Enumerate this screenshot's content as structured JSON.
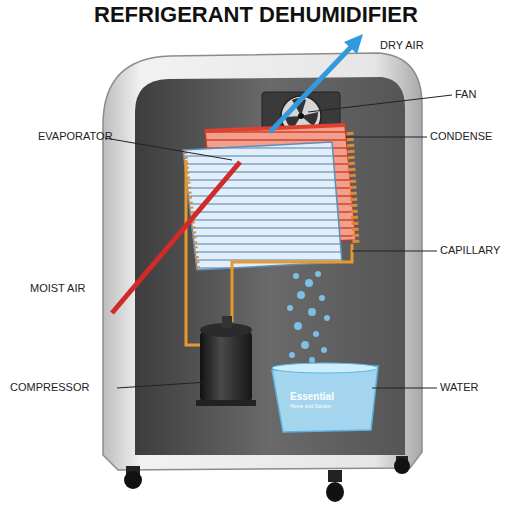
{
  "diagram": {
    "title": "REFRIGERANT DEHUMIDIFIER",
    "labels": [
      "DRY AIR",
      "FAN",
      "EVAPORATOR",
      "CONDENSE",
      "CAPILLARY",
      "MOIST AIR",
      "COMPRESSOR",
      "WATER",
      "Essential",
      "Home and Garden"
    ]
  }
}
